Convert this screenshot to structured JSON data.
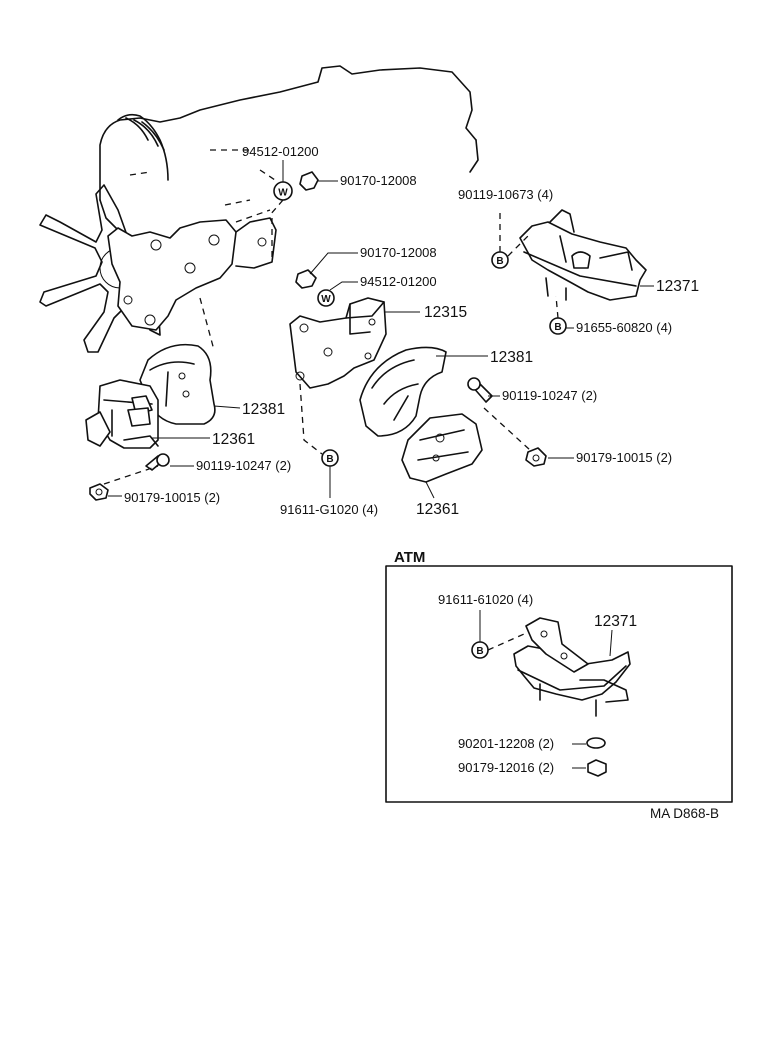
{
  "diagram": {
    "atm_box_title": "ATM",
    "figure_code": "MA D868-B",
    "symbols": {
      "washer_code": "W",
      "bolt_code": "B"
    },
    "labels": {
      "p94512_top": "94512-01200",
      "p90170_top": "90170-12008",
      "p90119_10673": "90119-10673 (4)",
      "p90170_mid": "90170-12008",
      "p94512_mid": "94512-01200",
      "p12315": "12315",
      "p12371_top": "12371",
      "p91655": "91655-60820 (4)",
      "p12381_right": "12381",
      "p12381_left": "12381",
      "p90119_10247_right": "90119-10247 (2)",
      "p12361_left": "12361",
      "p90119_10247_left": "90119-10247 (2)",
      "p90179_10015_right": "90179-10015 (2)",
      "p90179_10015_left": "90179-10015 (2)",
      "p91611_G1020": "91611-G1020 (4)",
      "p12361_right": "12361",
      "atm_91611": "91611-61020 (4)",
      "atm_12371": "12371",
      "atm_90201": "90201-12208 (2)",
      "atm_90179": "90179-12016 (2)"
    }
  }
}
